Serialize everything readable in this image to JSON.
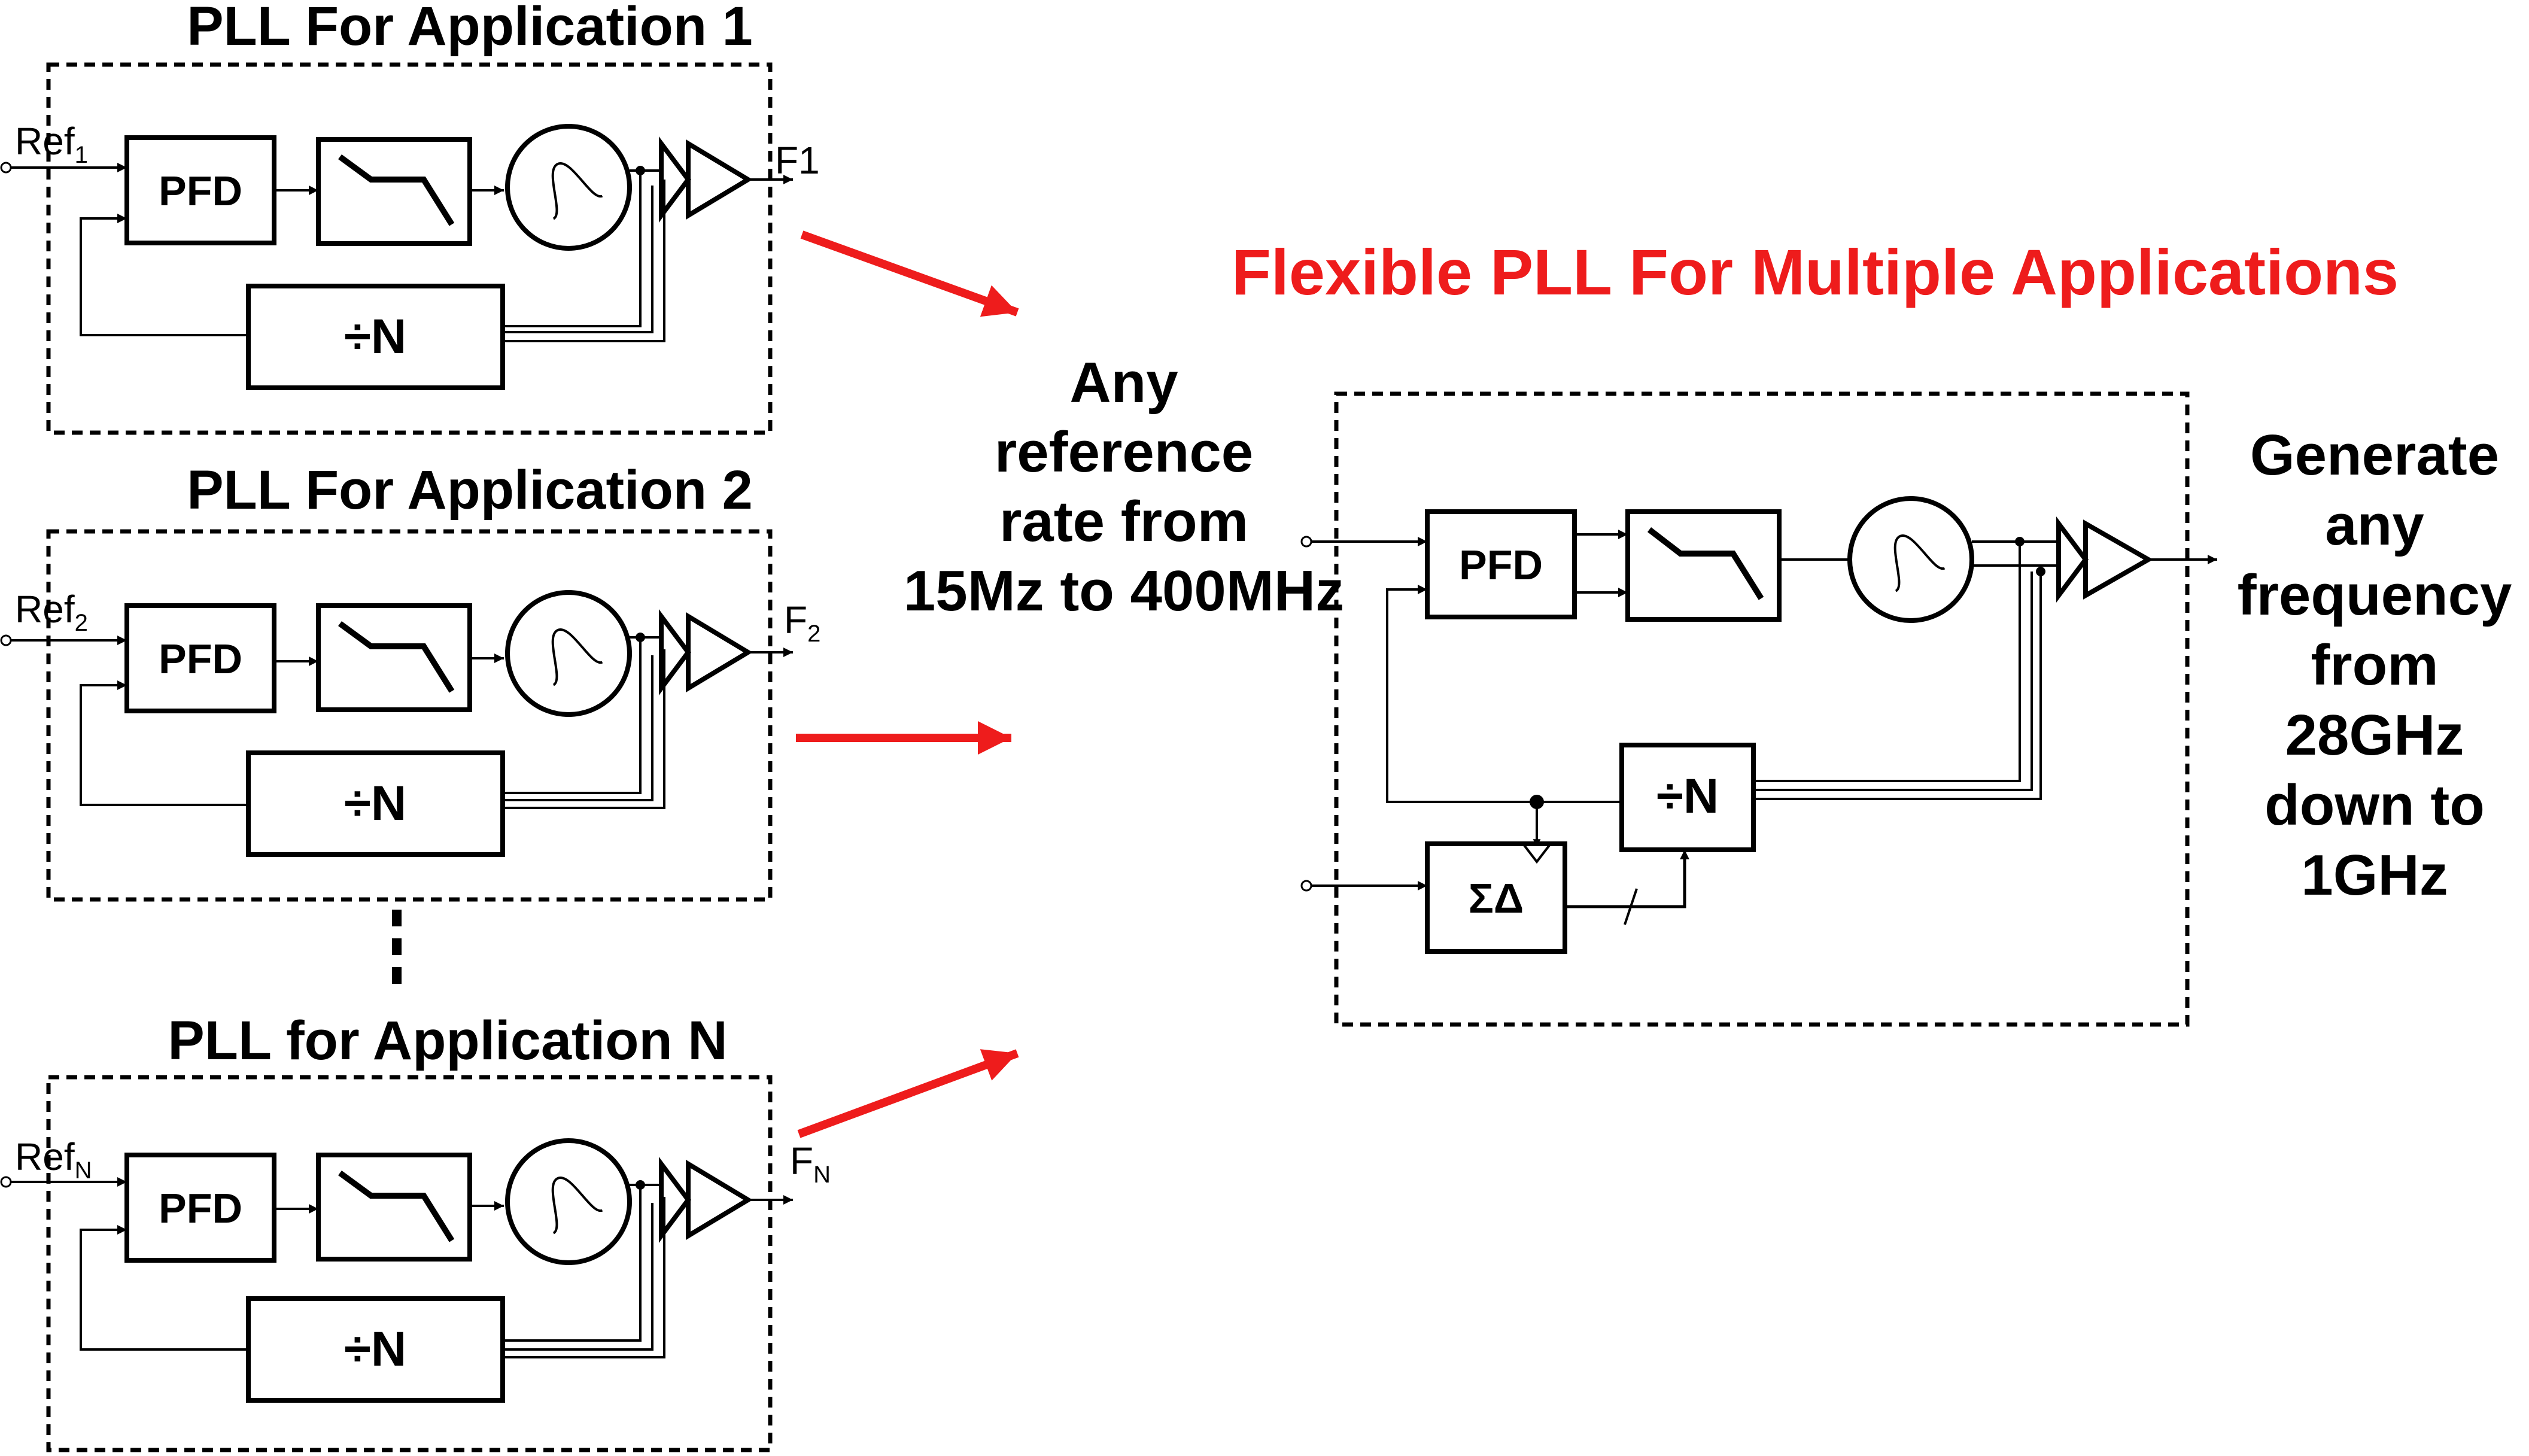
{
  "colors": {
    "accent": "#ee1c1c",
    "line": "#000000",
    "background": "#ffffff"
  },
  "plls": [
    {
      "title": "PLL For Application 1",
      "ref_main": "Ref",
      "ref_sub": "1",
      "out_main": "F1",
      "out_sub": ""
    },
    {
      "title": "PLL For Application 2",
      "ref_main": "Ref",
      "ref_sub": "2",
      "out_main": "F",
      "out_sub": "2"
    },
    {
      "title": "PLL for Application N",
      "ref_main": "Ref",
      "ref_sub": "N",
      "out_main": "F",
      "out_sub": "N"
    }
  ],
  "blocks": {
    "pfd": "PFD",
    "divider": "÷N",
    "sigma_delta": "ΣΔ"
  },
  "icons": [
    "loop-filter-icon",
    "vco-icon",
    "buffer-amplifier-icon",
    "arrow-icon"
  ],
  "flexible": {
    "title": "Flexible PLL For Multiple Applications",
    "input_label": [
      "Any",
      "reference",
      "rate from",
      "15Mz to 400MHz"
    ],
    "output_label": [
      "Generate",
      "any",
      "frequency",
      "from",
      "28GHz",
      "down to",
      "1GHz"
    ]
  }
}
